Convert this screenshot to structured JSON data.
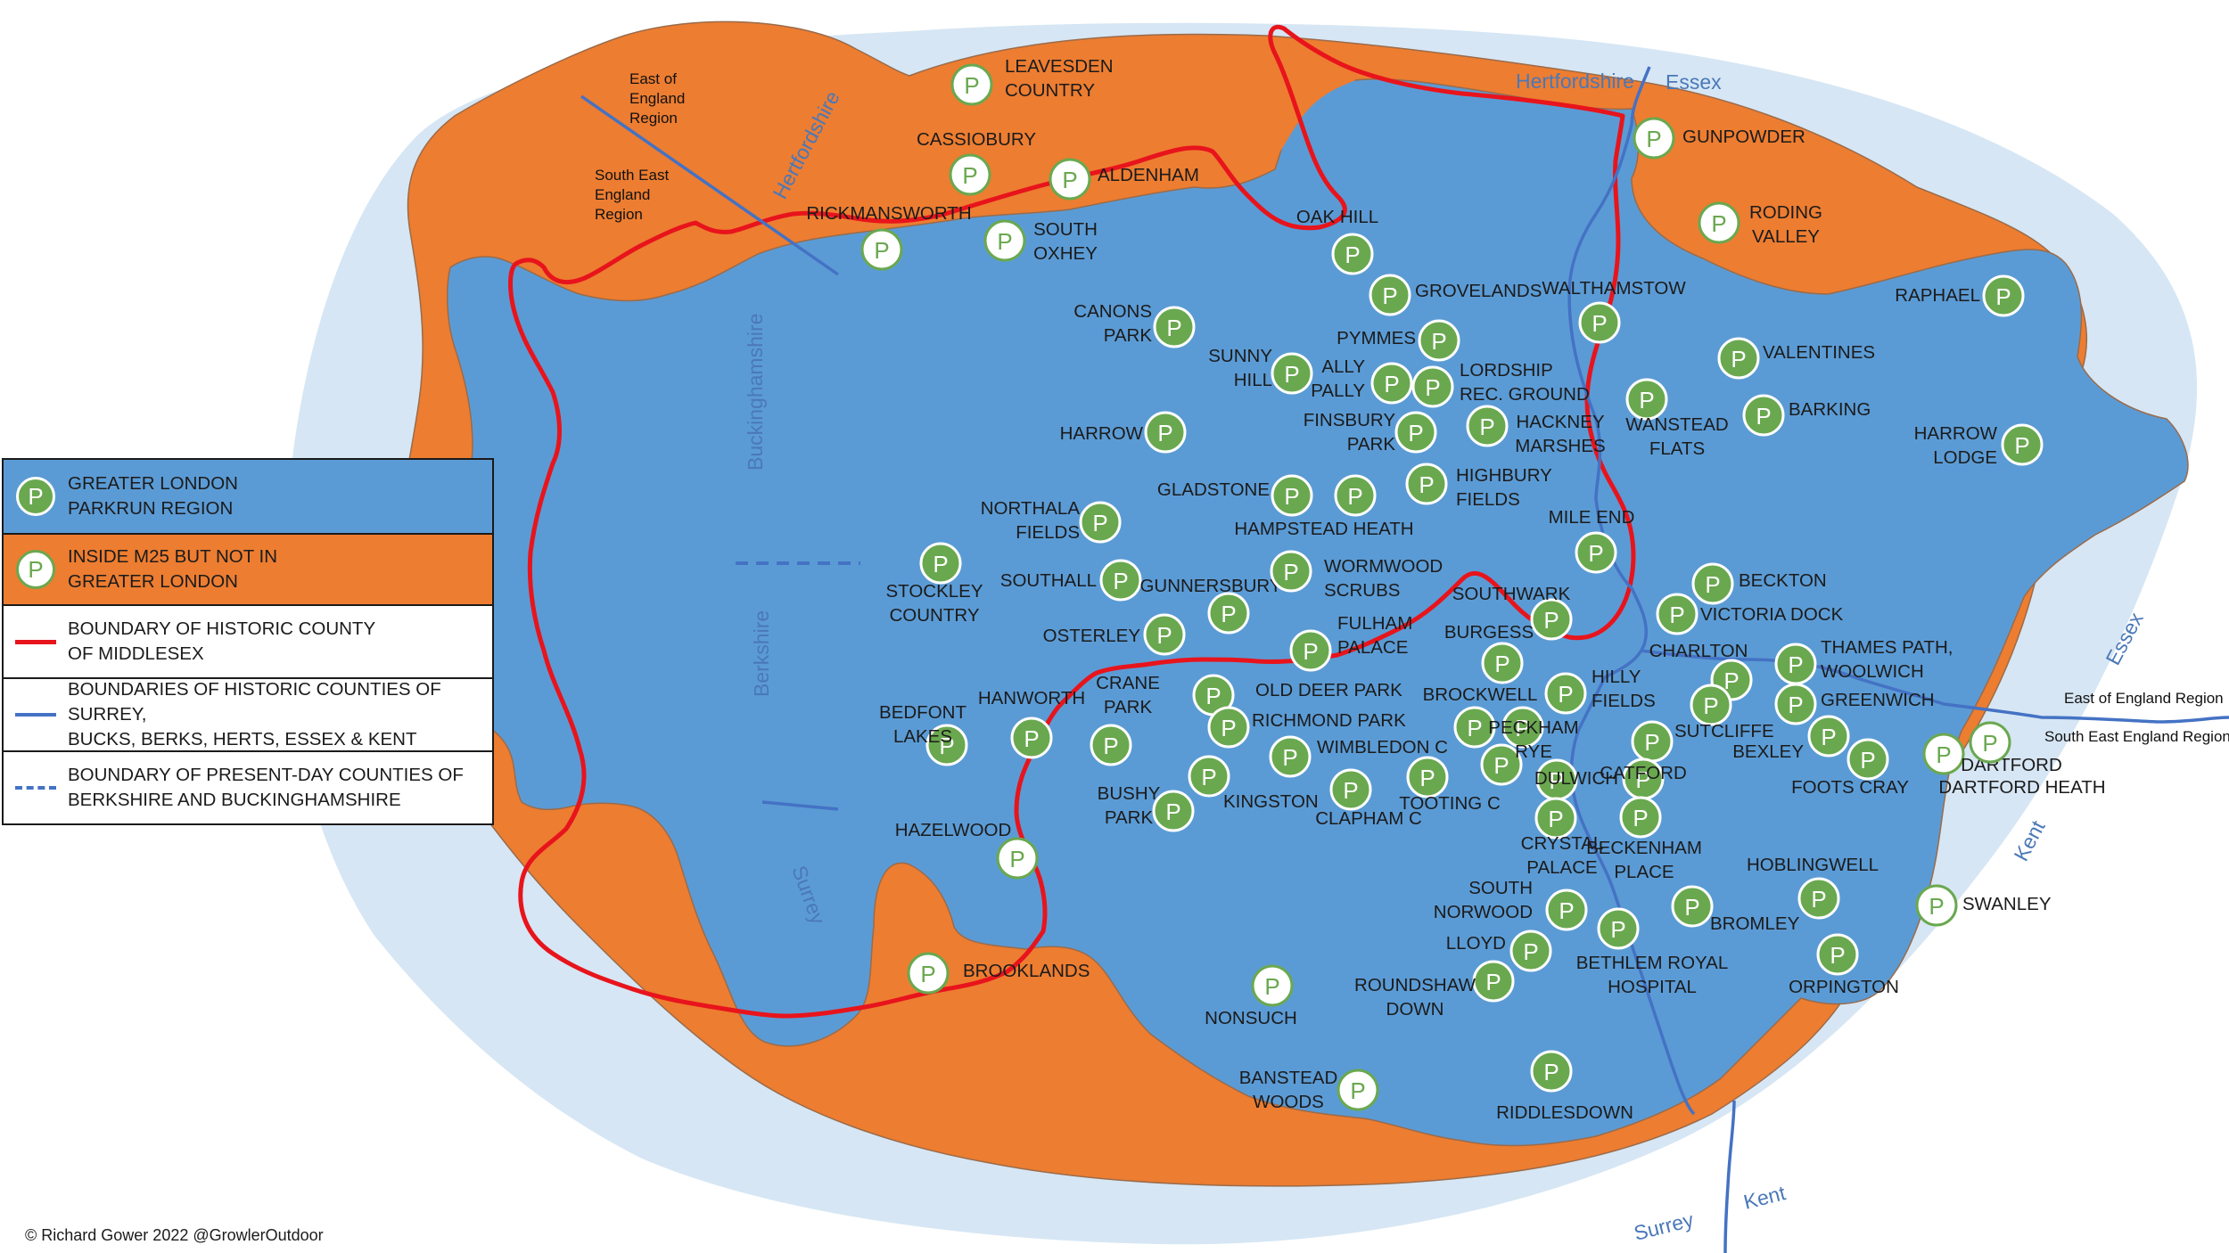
{
  "colors": {
    "greater_london": "#5b9bd5",
    "inside_m25": "#ed7d31",
    "m25_outer": "#d6e6f4",
    "middlesex_boundary": "#e8141c",
    "county_boundary": "#4472c4",
    "parkrun_green": "#6aa84f"
  },
  "legend": {
    "items": [
      {
        "key": "greater-london",
        "symbol": "P",
        "text": "GREATER LONDON\nPARKRUN REGION"
      },
      {
        "key": "inside-m25",
        "symbol": "P",
        "text": "INSIDE M25 BUT NOT IN\nGREATER LONDON"
      },
      {
        "key": "middlesex",
        "text": "BOUNDARY OF HISTORIC COUNTY\nOF MIDDLESEX"
      },
      {
        "key": "historic-counties",
        "text": "BOUNDARIES OF HISTORIC COUNTIES OF SURREY,\nBUCKS, BERKS, HERTS, ESSEX & KENT"
      },
      {
        "key": "present-counties",
        "text": "BOUNDARY OF PRESENT-DAY COUNTIES OF\nBERKSHIRE AND BUCKINGHAMSHIRE"
      }
    ]
  },
  "copyright": "© Richard Gower 2022 @GrowlerOutdoor",
  "county_labels": {
    "hertfordshire_top": "Hertfordshire",
    "essex_top": "Essex",
    "hertfordshire_left": "Hertfordshire",
    "buckinghamshire": "Buckinghamshire",
    "berkshire": "Berkshire",
    "surrey_left": "Surrey",
    "essex_right": "Essex",
    "kent_right": "Kent",
    "surrey_bottom": "Surrey",
    "kent_bottom": "Kent"
  },
  "region_labels": {
    "east_of_england_left": [
      "East of",
      "England",
      "Region"
    ],
    "south_east_left": [
      "South East",
      "England",
      "Region"
    ],
    "east_of_england_right": "East of England Region",
    "south_east_right": "South East England Region"
  },
  "parkruns": {
    "leavesden": [
      "LEAVESDEN",
      "COUNTRY"
    ],
    "cassiobury": [
      "CASSIOBURY"
    ],
    "aldenham": [
      "ALDENHAM"
    ],
    "rickmansworth": [
      "RICKMANSWORTH"
    ],
    "south_oxhey": [
      "SOUTH",
      "OXHEY"
    ],
    "oak_hill": [
      "OAK HILL"
    ],
    "grovelands": [
      "GROVELANDS"
    ],
    "gunpowder": [
      "GUNPOWDER"
    ],
    "roding_valley": [
      "RODING",
      "VALLEY"
    ],
    "walthamstow": [
      "WALTHAMSTOW"
    ],
    "raphael": [
      "RAPHAEL"
    ],
    "canons_park": [
      "CANONS",
      "PARK"
    ],
    "pymmes": [
      "PYMMES"
    ],
    "sunny_hill": [
      "SUNNY",
      "HILL"
    ],
    "ally_pally": [
      "ALLY",
      "PALLY"
    ],
    "lordship": [
      "LORDSHIP",
      "REC. GROUND"
    ],
    "valentines": [
      "VALENTINES"
    ],
    "wanstead": [
      "WANSTEAD",
      "FLATS"
    ],
    "barking": [
      "BARKING"
    ],
    "harrow": [
      "HARROW"
    ],
    "finsbury": [
      "FINSBURY",
      "PARK"
    ],
    "hackney": [
      "HACKNEY",
      "MARSHES"
    ],
    "harrow_lodge": [
      "HARROW",
      "LODGE"
    ],
    "gladstone": [
      "GLADSTONE"
    ],
    "highbury": [
      "HIGHBURY",
      "FIELDS"
    ],
    "northala": [
      "NORTHALA",
      "FIELDS"
    ],
    "hampstead": [
      "HAMPSTEAD HEATH"
    ],
    "mile_end": [
      "MILE END"
    ],
    "stockley": [
      "STOCKLEY",
      "COUNTRY"
    ],
    "southall": [
      "SOUTHALL"
    ],
    "gunnersbury": [
      "GUNNERSBURY"
    ],
    "wormwood": [
      "WORMWOOD",
      "SCRUBS"
    ],
    "southwark": [
      "SOUTHWARK"
    ],
    "beckton": [
      "BECKTON"
    ],
    "victoria_dock": [
      "VICTORIA DOCK"
    ],
    "osterley": [
      "OSTERLEY"
    ],
    "fulham": [
      "FULHAM",
      "PALACE"
    ],
    "burgess": [
      "BURGESS"
    ],
    "charlton": [
      "CHARLTON"
    ],
    "thames_path": [
      "THAMES PATH,",
      "WOOLWICH"
    ],
    "hilly_fields": [
      "HILLY",
      "FIELDS"
    ],
    "greenwich": [
      "GREENWICH"
    ],
    "old_deer": [
      "OLD DEER PARK"
    ],
    "brockwell": [
      "BROCKWELL"
    ],
    "bedfont": [
      "BEDFONT",
      "LAKES"
    ],
    "hanworth": [
      "HANWORTH"
    ],
    "crane": [
      "CRANE",
      "PARK"
    ],
    "richmond": [
      "RICHMOND PARK"
    ],
    "peckham": [
      "PECKHAM",
      "RYE"
    ],
    "sutcliffe": [
      "SUTCLIFFE"
    ],
    "bexley": [
      "BEXLEY"
    ],
    "dartford": [
      "DARTFORD"
    ],
    "wimbledon": [
      "WIMBLEDON C"
    ],
    "dulwich": [
      "DULWICH"
    ],
    "catford": [
      "CATFORD"
    ],
    "foots_cray": [
      "FOOTS CRAY"
    ],
    "dartford_heath": [
      "DARTFORD HEATH"
    ],
    "bushy": [
      "BUSHY",
      "PARK"
    ],
    "kingston": [
      "KINGSTON"
    ],
    "clapham": [
      "CLAPHAM C"
    ],
    "tooting": [
      "TOOTING C"
    ],
    "hazelwood": [
      "HAZELWOOD"
    ],
    "crystal": [
      "CRYSTAL",
      "PALACE"
    ],
    "beckenham": [
      "BECKENHAM",
      "PLACE"
    ],
    "hoblingwell": [
      "HOBLINGWELL"
    ],
    "south_norwood": [
      "SOUTH",
      "NORWOOD"
    ],
    "bromley": [
      "BROMLEY"
    ],
    "swanley": [
      "SWANLEY"
    ],
    "lloyd": [
      "LLOYD"
    ],
    "bethlem": [
      "BETHLEM ROYAL",
      "HOSPITAL"
    ],
    "brooklands": [
      "BROOKLANDS"
    ],
    "nonsuch": [
      "NONSUCH"
    ],
    "roundshaw": [
      "ROUNDSHAW",
      "DOWN"
    ],
    "orpington": [
      "ORPINGTON"
    ],
    "banstead": [
      "BANSTEAD",
      "WOODS"
    ],
    "riddlesdown": [
      "RIDDLESDOWN"
    ]
  }
}
